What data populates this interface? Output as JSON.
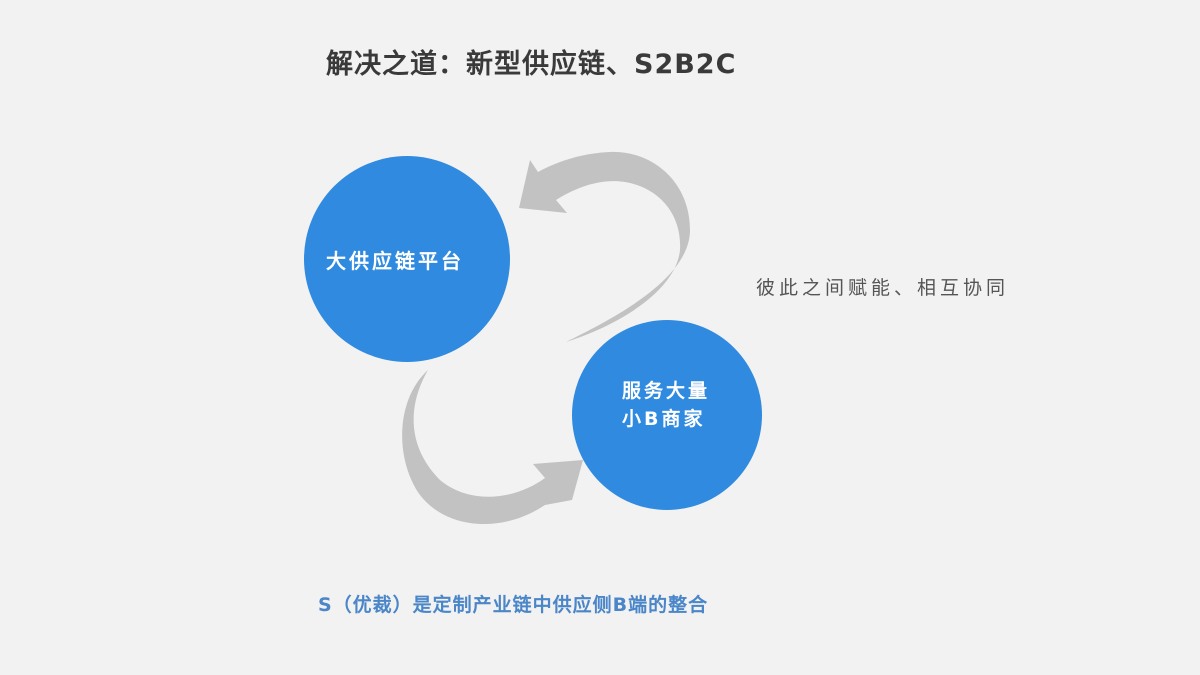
{
  "title": "解决之道：新型供应链、S2B2C",
  "colors": {
    "background": "#f2f2f2",
    "circle_fill": "#2f8ae0",
    "arrow_fill": "#c2c2c2",
    "title_text": "#3a3a3a",
    "footer_text": "#4a86c8"
  },
  "diagram": {
    "nodes": [
      {
        "id": "platform",
        "label": "大供应链平台"
      },
      {
        "id": "merchants",
        "label_line1": "服务大量",
        "label_line2": "小B商家"
      }
    ],
    "arrows": [
      {
        "from": "merchants",
        "to": "platform",
        "icon": "curved-arrow-left"
      },
      {
        "from": "platform",
        "to": "merchants",
        "icon": "curved-arrow-right"
      }
    ],
    "side_note": "彼此之间赋能、相互协同"
  },
  "footer": "S（优裁）是定制产业链中供应侧B端的整合"
}
